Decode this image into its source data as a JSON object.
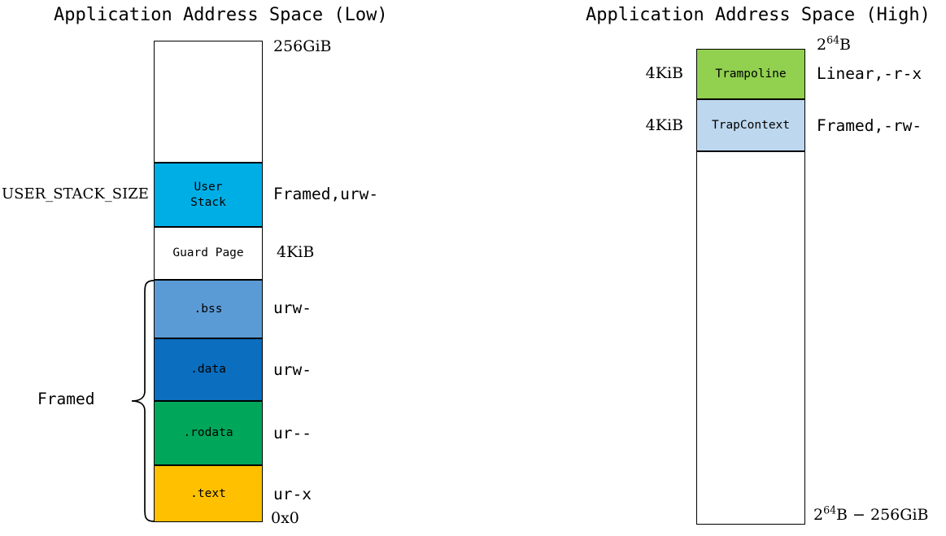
{
  "diagram": {
    "titles": {
      "low": "Application Address Space (Low)",
      "high": "Application Address Space (High)"
    },
    "low_space": {
      "segments": [
        {
          "name": "empty",
          "label": "",
          "size_label": "",
          "perm_label": "256GiB",
          "color": "#ffffff"
        },
        {
          "name": "user-stack",
          "label": "User\nStack",
          "size_label": "USER_STACK_SIZE",
          "perm_label": "Framed,urw-",
          "color": "#00AEE6"
        },
        {
          "name": "guard-page",
          "label": "Guard Page",
          "size_label": "",
          "perm_label": "4KiB",
          "color": "#ffffff"
        },
        {
          "name": "bss",
          "label": ".bss",
          "size_label": "",
          "perm_label": "urw-",
          "color": "#5B9BD5"
        },
        {
          "name": "data",
          "label": ".data",
          "size_label": "",
          "perm_label": "urw-",
          "color": "#0B6EBF"
        },
        {
          "name": "rodata",
          "label": ".rodata",
          "size_label": "",
          "perm_label": "ur--",
          "color": "#00A65A"
        },
        {
          "name": "text",
          "label": ".text",
          "size_label": "",
          "perm_label": "ur-x",
          "color": "#FFC000"
        }
      ],
      "top_address": "256GiB",
      "bottom_address": "0x0",
      "stack_size_label": "USER_STACK_SIZE",
      "guard_page_size": "4KiB",
      "brace_label": "Framed"
    },
    "high_space": {
      "segments": [
        {
          "name": "trampoline",
          "label": "Trampoline",
          "size_label": "4KiB",
          "perm_label": "Linear,-r-x",
          "color": "#92D050"
        },
        {
          "name": "trap-context",
          "label": "TrapContext",
          "size_label": "4KiB",
          "perm_label": "Framed,-rw-",
          "color": "#BDD7EE"
        },
        {
          "name": "empty",
          "label": "",
          "size_label": "",
          "perm_label": "",
          "color": "#ffffff"
        }
      ],
      "top_address_base": "2",
      "top_address_exp": "64",
      "top_address_suffix": "B",
      "bottom_address_base": "2",
      "bottom_address_exp": "64",
      "bottom_address_suffix": "B − 256GiB"
    },
    "colors": {
      "user_stack": "#00AEE6",
      "bss": "#5B9BD5",
      "data": "#0B6EBF",
      "rodata": "#00A65A",
      "text": "#FFC000",
      "trampoline": "#92D050",
      "trap_context": "#BDD7EE",
      "stroke": "#000000",
      "background": "#ffffff"
    }
  }
}
